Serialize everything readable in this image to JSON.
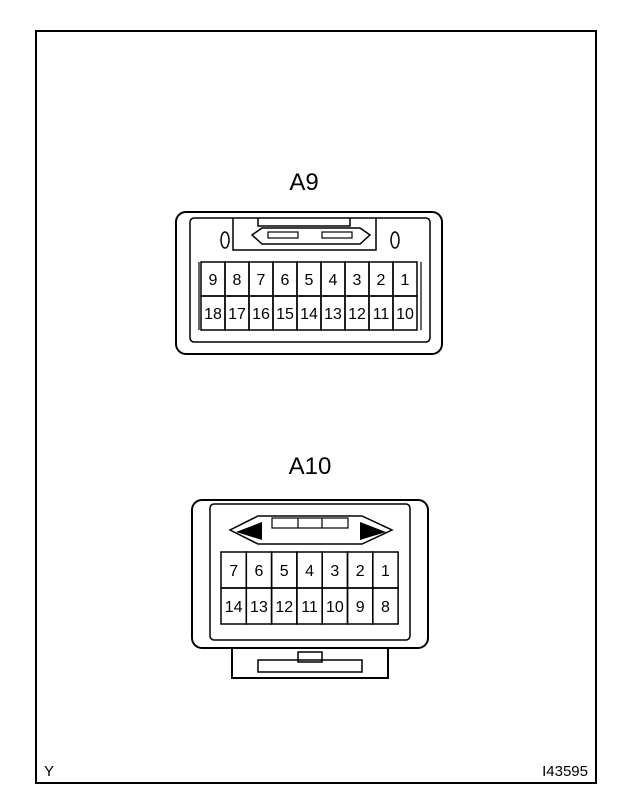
{
  "figure_id": "I43595",
  "corner_mark": "Y",
  "connectors": [
    {
      "name": "A9",
      "rows": [
        [
          "9",
          "8",
          "7",
          "6",
          "5",
          "4",
          "3",
          "2",
          "1"
        ],
        [
          "18",
          "17",
          "16",
          "15",
          "14",
          "13",
          "12",
          "11",
          "10"
        ]
      ]
    },
    {
      "name": "A10",
      "rows": [
        [
          "7",
          "6",
          "5",
          "4",
          "3",
          "2",
          "1"
        ],
        [
          "14",
          "13",
          "12",
          "11",
          "10",
          "9",
          "8"
        ]
      ]
    }
  ]
}
